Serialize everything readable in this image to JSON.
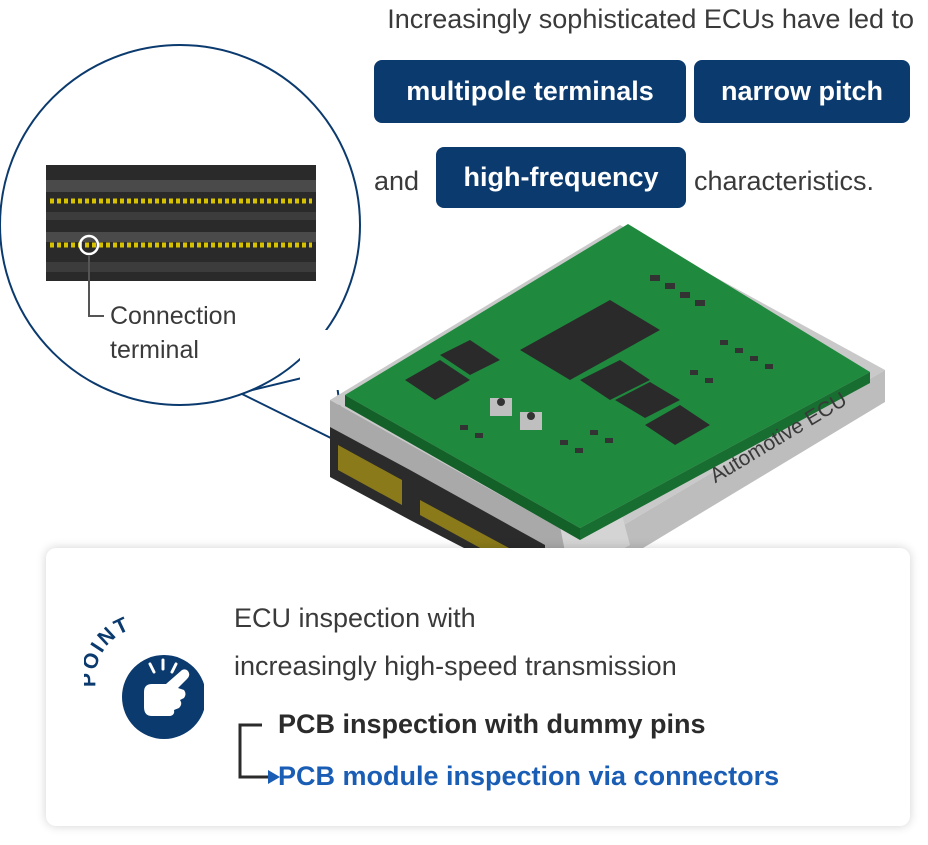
{
  "headline": {
    "intro": "Increasingly sophisticated ECUs have led to",
    "pill_1": "multipole terminals",
    "pill_2": "narrow pitch",
    "word_and": "and",
    "pill_3": "high-frequency",
    "suffix": "characteristics."
  },
  "zoom": {
    "label_line1": "Connection",
    "label_line2": "terminal"
  },
  "ecu": {
    "label": "Automotive ECU"
  },
  "point": {
    "badge_text": "POINT",
    "line1": "ECU inspection with",
    "line2": "increasingly high-speed transmission",
    "step1": "PCB inspection with dummy pins",
    "step2": "PCB module inspection via connectors"
  },
  "colors": {
    "navy": "#0b3a6e",
    "pcb_green": "#1f8a3e",
    "accent_blue": "#1a5db5"
  }
}
